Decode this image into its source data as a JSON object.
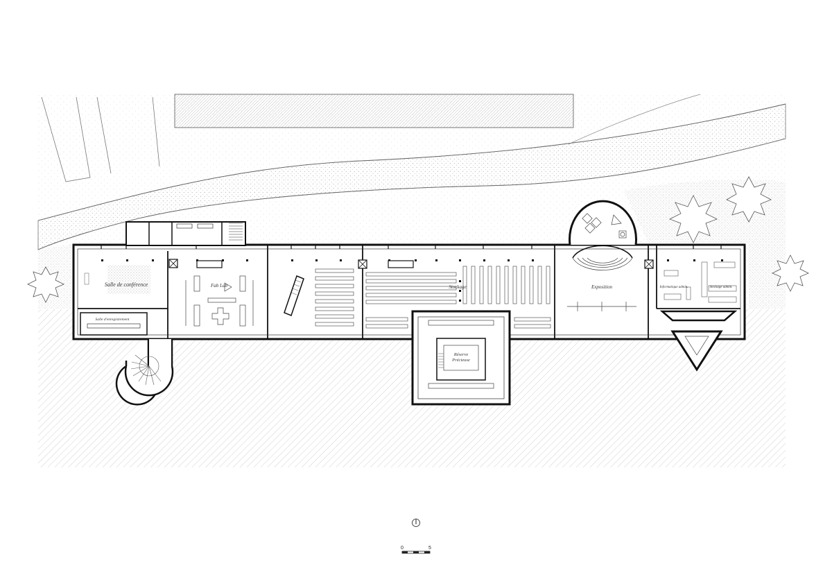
{
  "rooms": {
    "salle_conference": "Salle de conférence",
    "salle_enregistrement": "Salle d'enregistrement",
    "fab_lab": "Fab Lab",
    "stockage": "Stockage",
    "exposition": "Exposition",
    "reserve_line1": "Réserve",
    "reserve_line2": "Précieuse",
    "informatique_admin": "Informatique admin.",
    "stockage_admin": "Stockage admin."
  },
  "scale_bar": {
    "start": "0",
    "end": "5"
  },
  "icons": {
    "north": "north-arrow-icon"
  }
}
